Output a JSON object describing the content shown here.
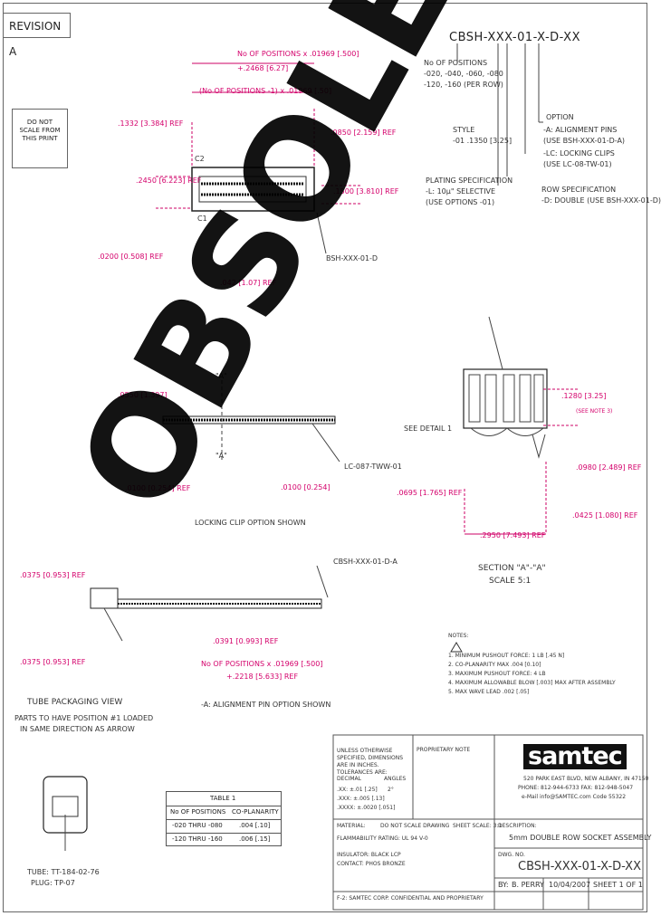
{
  "revision": "REVISION A",
  "donot_note": [
    "DO NOT",
    "SCALE FROM",
    "THIS PRINT"
  ],
  "part_number_top": "CBSH-XXX-01-X-D-XX",
  "callouts": {
    "positions": "No OF POSITIONS x .01969 [.500]",
    "positions_plus": "+.2468 [6.27]",
    "positions_minus": "(No OF POSITIONS -1) x .01969 [.50]",
    "ref1": ".1332 [3.384] REF",
    "ref2": ".0850 [2.159] REF",
    "ref3": ".2450 [6.223] REF",
    "ref4": ".1500 [3.810] REF",
    "ref5": ".0200 [0.508] REF",
    "ref6": ".042 [1.07] REF",
    "ref7": ".0550 [1.397]",
    "ref8": ".0100 [0.254] REF",
    "ref9": ".0100 [0.254]",
    "ref10": ".0695 [1.765] REF",
    "ref11": ".2950 [7.493] REF",
    "ref12": ".0425 [1.080] REF",
    "ref13": ".0980 [2.489] REF",
    "ref14": ".1280 [3.25]",
    "ref15": ".0375 [0.953] REF",
    "ref16": ".0375 [0.953] REF",
    "ref17": ".0391 [0.993] REF",
    "ref18": "No OF POSITIONS x .01969 [.500]",
    "ref19": "+.2218 [5.633] REF",
    "see_note": "(SEE NOTE 3)",
    "c2": "C2",
    "c1": "C1",
    "a_marker": "\"A\"",
    "bsh_label": "BSH-XXX-01-D",
    "lc_label": "LC-087-TWW-01",
    "cbsh_label": "CBSH-XXX-01-D-A",
    "detail": "SEE DETAIL 1"
  },
  "spec": {
    "no_positions": "No OF POSITIONS",
    "positions_list": "-020, -040, -060, -080",
    "per_row": "-120, -160 (PER ROW)",
    "style": "STYLE",
    "style_val": "-01 .1350 [3.25]",
    "plating": "PLATING SPECIFICATION",
    "plating_val": "-L: 10µ\" SELECTIVE",
    "plating_note": "(USE OPTIONS -01)",
    "option": "OPTION",
    "option_a": "-A: ALIGNMENT PINS",
    "option_a2": "(USE BSH-XXX-01-D-A)",
    "option_lc": "-LC: LOCKING CLIPS",
    "option_lc2": "(USE LC-08-TW-01)",
    "row_spec": "ROW SPECIFICATION",
    "row_spec_val": "-D: DOUBLE (USE BSH-XXX-01-D)"
  },
  "section": {
    "title": "SECTION \"A\"-\"A\"",
    "scale": "SCALE 5:1",
    "locking_clip": "LOCKING CLIP OPTION SHOWN",
    "alignment": "-A: ALIGNMENT PIN OPTION SHOWN"
  },
  "tube": {
    "title": "TUBE PACKAGING VIEW",
    "note1": "PARTS TO HAVE POSITION #1 LOADED",
    "note2": "IN SAME DIRECTION AS ARROW",
    "bottom1": "TUBE: TT-184-02-76",
    "bottom2": "PLUG: TP-07"
  },
  "notes": {
    "header": "NOTES:",
    "items": [
      "1. MINIMUM PUSHOUT FORCE: 1 LB [.45 N]",
      "2. CO-PLANARITY MAX .004 [0.10]",
      "3. MAXIMUM PUSHOUT FORCE: 4 LB",
      "4. MAXIMUM ALLOWABLE BLOW [.003] MAX AFTER ASSEMBLY",
      "5. MAX WAVE LEAD .002 [.05]"
    ]
  },
  "table1": {
    "title": "TABLE 1",
    "headers": [
      "No OF POSITIONS",
      "CO-PLANARITY"
    ],
    "rows": [
      [
        "-020 THRU -080",
        ".004 [.10]"
      ],
      [
        "-120 THRU -160",
        ".006 [.15]"
      ]
    ]
  },
  "tolerances": {
    "header": "UNLESS OTHERWISE SPECIFIED, DIMENSIONS ARE IN INCHES. TOLERANCES ARE:",
    "decimal": "DECIMAL",
    "angles": "ANGLES",
    "angle_val": "2°",
    "t1": ".XX: ±.01 [.25]",
    "t2": ".XXX: ±.005 [.13]",
    "t3": ".XXXX: ±.0020 [.051]",
    "material": "MATERIAL:",
    "mat1": "INSULATOR: BLACK LCP",
    "mat2": "CONTACT: PHOS BRONZE",
    "mat3": "FLAMMABILITY RATING: UL 94 V-0",
    "proprietary": "PROPRIETARY NOTE",
    "do_not_scale": "DO NOT SCALE DRAWING",
    "sheet_scale": "SHEET SCALE: 3:1",
    "footer": "F-2: SAMTEC CORP. CONFIDENTIAL AND PROPRIETARY"
  },
  "title_block": {
    "company": "samtec",
    "address1": "520 PARK EAST BLVD, NEW ALBANY, IN 47150",
    "address2": "PHONE: 812-944-6733  FAX: 812-948-5047",
    "address3": "e-Mail info@SAMTEC.com  Code 55322",
    "description_label": "DESCRIPTION:",
    "description": "5mm DOUBLE ROW SOCKET ASSEMBLY",
    "dwg_label": "DWG. NO.",
    "dwg_no": "CBSH-XXX-01-X-D-XX",
    "by_label": "BY:",
    "by": "B. PERRY",
    "date": "10/04/2007",
    "sheet": "SHEET 1 OF 1"
  },
  "watermark": "OBSOLETE"
}
